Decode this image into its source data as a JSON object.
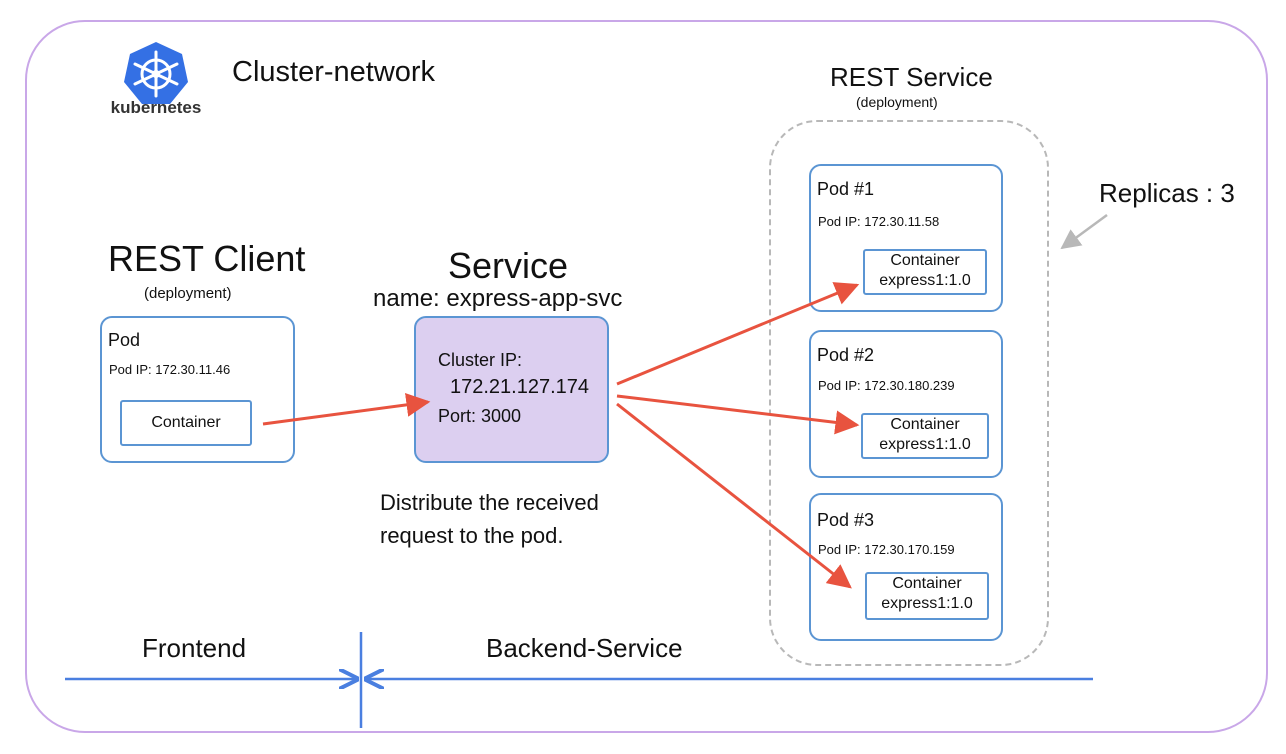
{
  "cluster": {
    "title": "Cluster-network",
    "logo_text": "kubernetes",
    "border_color": "#c9a7e8"
  },
  "client": {
    "title": "REST Client",
    "subtitle": "(deployment)",
    "pod": {
      "label": "Pod",
      "ip": "Pod IP: 172.30.11.46",
      "container": "Container"
    }
  },
  "service": {
    "title": "Service",
    "name": "name: express-app-svc",
    "cluster_ip_label": "Cluster IP:",
    "cluster_ip": "172.21.127.174",
    "port": "Port: 3000",
    "fill_color": "#dccff0",
    "note_line1": "Distribute the received",
    "note_line2": "request to the pod."
  },
  "rest_service": {
    "title": "REST Service",
    "subtitle": "(deployment)",
    "replicas": "Replicas : 3",
    "pods": [
      {
        "label": "Pod #1",
        "ip": "Pod IP: 172.30.11.58",
        "container_line1": "Container",
        "container_line2": "express1:1.0"
      },
      {
        "label": "Pod #2",
        "ip": "Pod IP: 172.30.180.239",
        "container_line1": "Container",
        "container_line2": "express1:1.0"
      },
      {
        "label": "Pod #3",
        "ip": "Pod IP: 172.30.170.159",
        "container_line1": "Container",
        "container_line2": "express1:1.0"
      }
    ]
  },
  "zones": {
    "frontend": "Frontend",
    "backend": "Backend-Service"
  },
  "colors": {
    "box_border": "#5b95d3",
    "arrow": "#e8533f",
    "axis": "#4a7fe0",
    "dashed": "#b8b8b8"
  }
}
